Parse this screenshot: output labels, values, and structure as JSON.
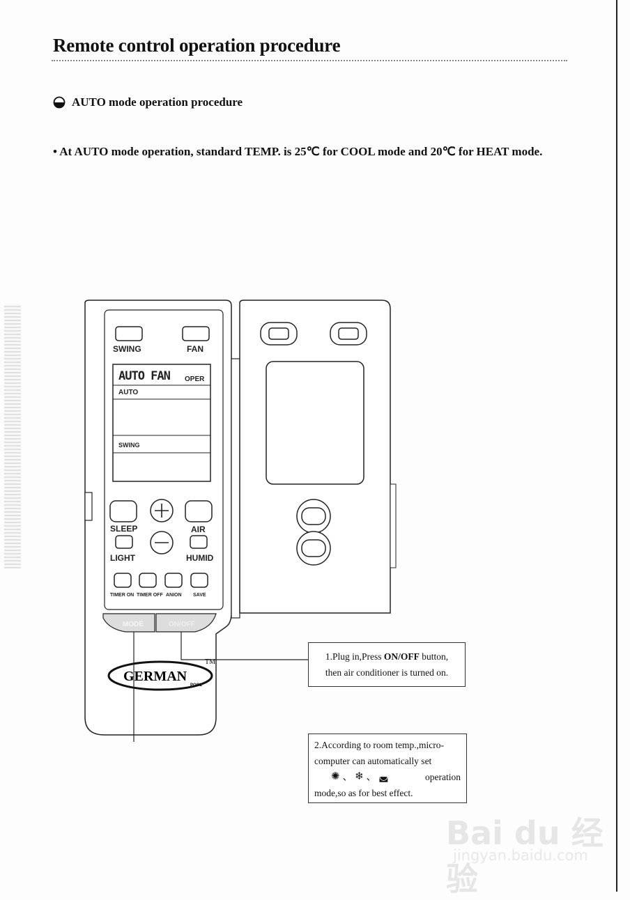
{
  "page": {
    "title": "Remote control operation procedure",
    "section_heading": "AUTO mode operation procedure",
    "bullet": "• At AUTO mode operation, standard TEMP. is 25℃  for COOL mode and 20℃ for HEAT mode."
  },
  "remote": {
    "swing_label": "SWING",
    "fan_label": "FAN",
    "lcd_main": "AUTO FAN",
    "lcd_oper": "OPER",
    "lcd_auto": "AUTO",
    "lcd_swing": "SWING",
    "sleep_label": "SLEEP",
    "air_label": "AIR",
    "light_label": "LIGHT",
    "humid_label": "HUMID",
    "timer_on_label": "TIMER ON",
    "timer_off_label": "TIMER OFF",
    "anion_label": "ANION",
    "save_label": "SAVE",
    "mode_label": "MODE",
    "onoff_label": "ON/OFF",
    "brand": "GERMAN",
    "brand_sub": "POOL",
    "trademark": "TM"
  },
  "callout1": {
    "prefix": "1.Plug in,Press ",
    "strong": "ON/OFF",
    "suffix": " button,",
    "line2": "then air conditioner is turned on."
  },
  "callout2": {
    "line1": "2.According to room temp.,micro-",
    "line2": "computer can automatically set",
    "sep1": "、",
    "sep2": "、",
    "line3_suffix": "operation",
    "line4": "mode,so as for best effect."
  },
  "icons": [
    "sun-icon",
    "snowflake-icon",
    "dehumidify-icon"
  ],
  "watermark": {
    "brand": "Bai du 经验",
    "url": "jingyan.baidu.com"
  }
}
